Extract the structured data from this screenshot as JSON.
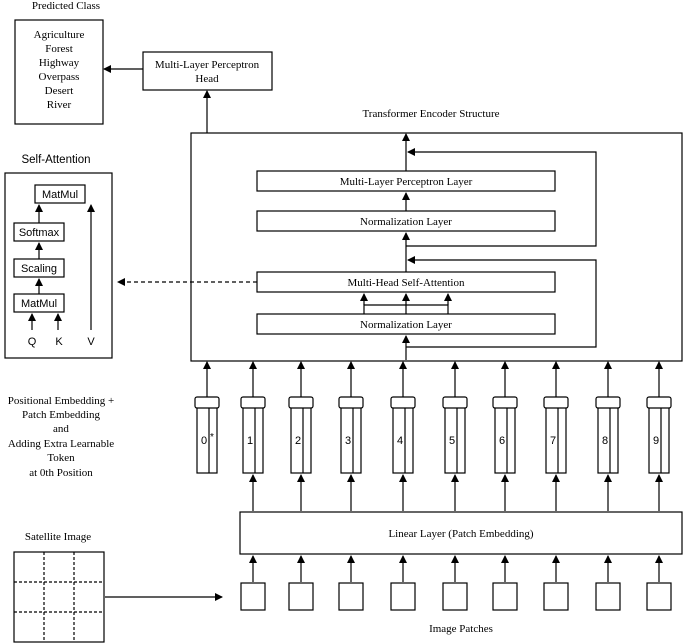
{
  "predicted_class": {
    "title": "Predicted Class",
    "classes": [
      "Agriculture",
      "Forest",
      "Highway",
      "Overpass",
      "Desert",
      "River"
    ]
  },
  "mlp_head": {
    "line1": "Multi-Layer Perceptron",
    "line2": "Head"
  },
  "encoder": {
    "title": "Transformer Encoder Structure",
    "mlp_layer": "Multi-Layer Perceptron Layer",
    "norm_top": "Normalization Layer",
    "mhsa": "Multi-Head Self-Attention",
    "norm_bottom": "Normalization Layer"
  },
  "self_attention": {
    "title": "Self-Attention",
    "matmul_top": "MatMul",
    "softmax": "Softmax",
    "scaling": "Scaling",
    "matmul_bottom": "MatMul",
    "inputs": [
      "Q",
      "K",
      "V"
    ]
  },
  "embedding_label": {
    "lines": [
      "Positional Embedding +",
      "Patch Embedding",
      "and",
      "Adding Extra Learnable",
      "Token",
      "at 0th Position"
    ]
  },
  "tokens": [
    "0",
    "1",
    "2",
    "3",
    "4",
    "5",
    "6",
    "7",
    "8",
    "9"
  ],
  "token0_mark": "*",
  "linear_layer": "Linear Layer (Patch Embedding)",
  "satellite_image": "Satellite Image",
  "image_patches": "Image Patches"
}
